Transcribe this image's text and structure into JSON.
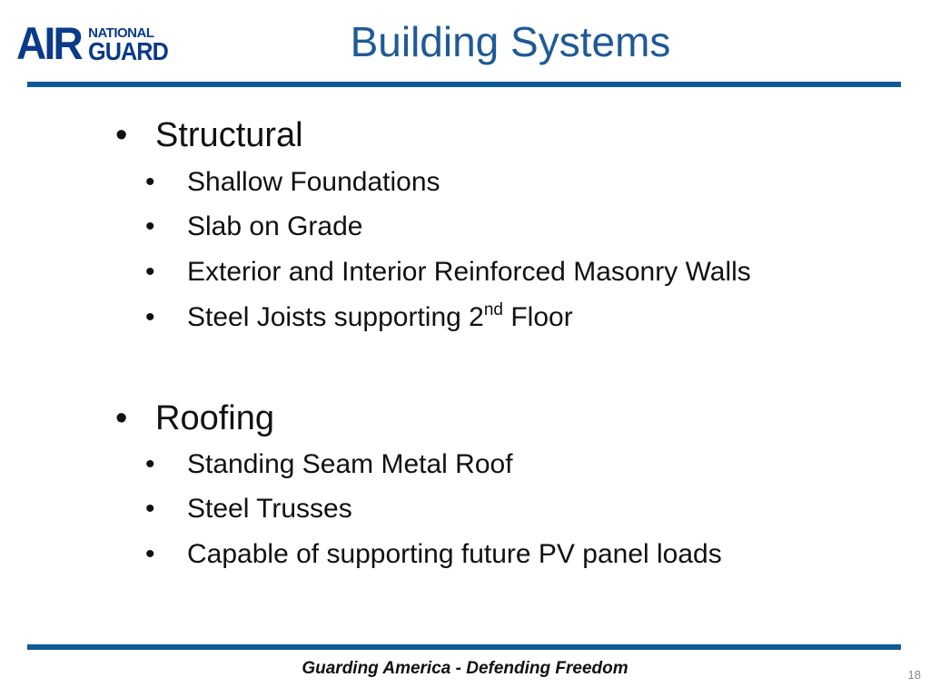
{
  "logo": {
    "air": "AIR",
    "national": "NATIONAL",
    "guard": "GUARD"
  },
  "title": "Building Systems",
  "sections": [
    {
      "heading": "Structural",
      "items": [
        "Shallow Foundations",
        "Slab on Grade",
        "Exterior and Interior Reinforced Masonry Walls",
        {
          "before": "Steel Joists supporting 2",
          "sup": "nd",
          "after": " Floor"
        }
      ]
    },
    {
      "heading": "Roofing",
      "items": [
        "Standing Seam Metal Roof",
        "Steel Trusses",
        "Capable of supporting future PV panel loads"
      ]
    }
  ],
  "bullet": "•",
  "footer": "Guarding America - Defending Freedom",
  "page_number": "18",
  "colors": {
    "title": "#1f5a96",
    "rule": "#0d5a99",
    "logo": "#0a3a8a"
  }
}
